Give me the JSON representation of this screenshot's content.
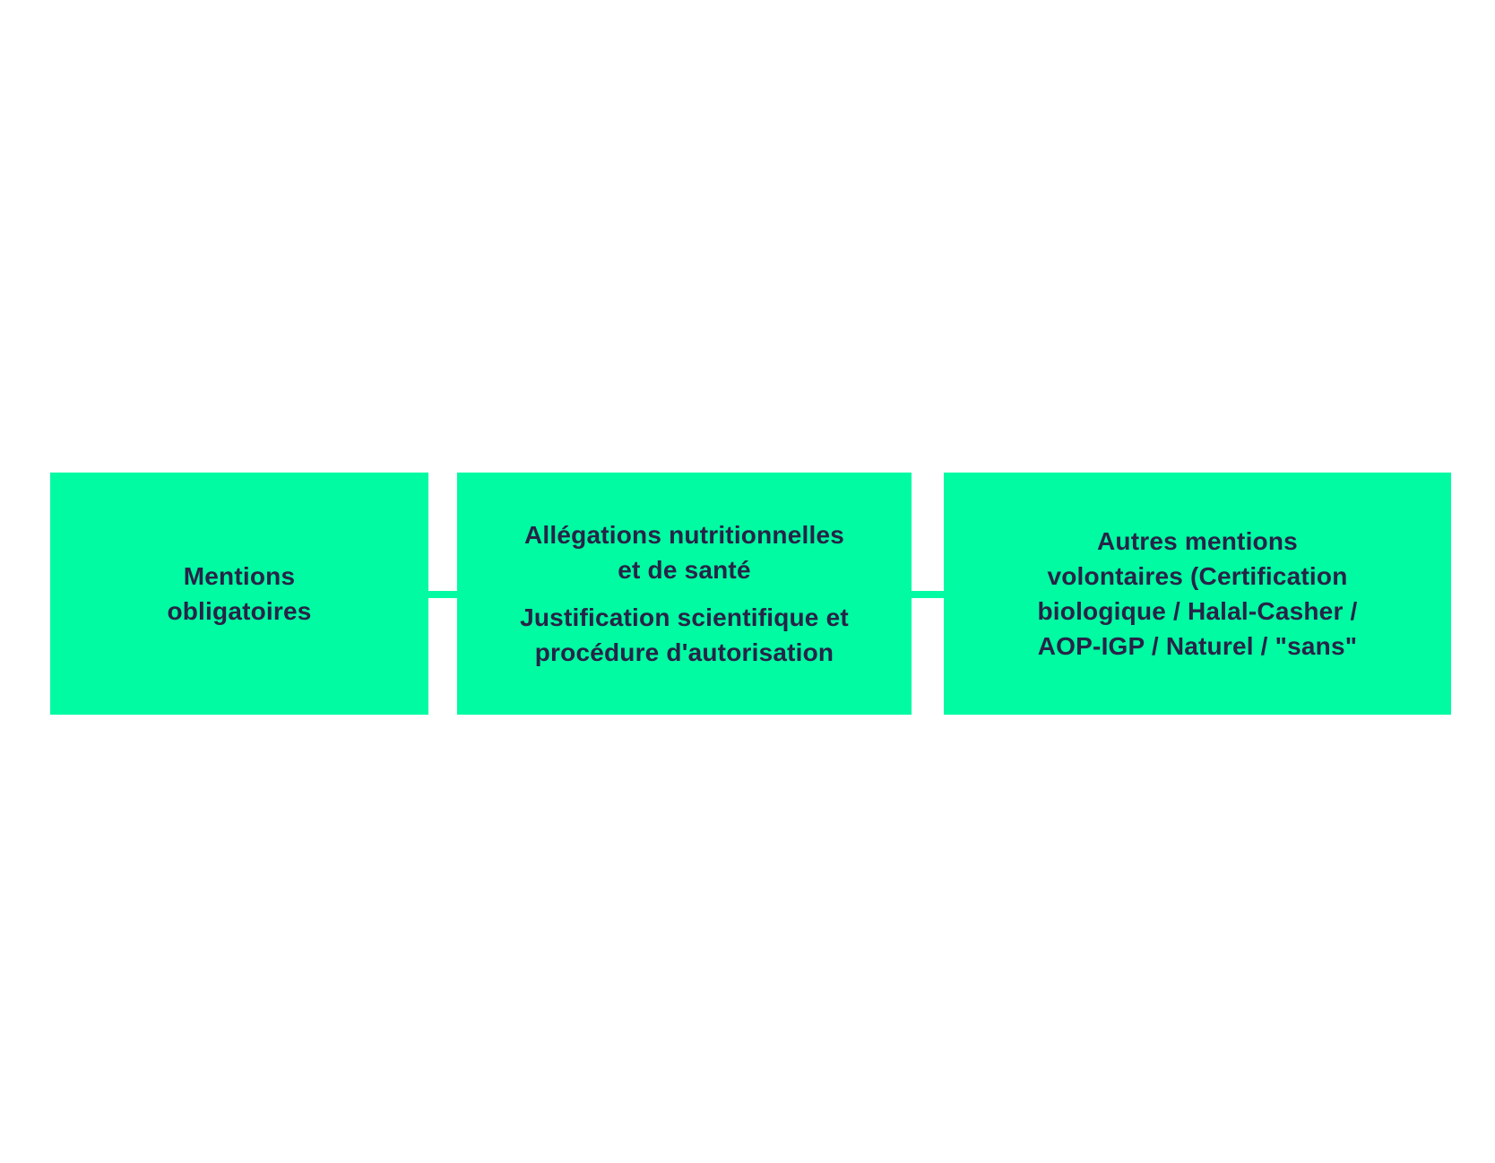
{
  "diagram": {
    "type": "process-flow-three-boxes",
    "colors": {
      "background": "#FFFFFF",
      "box_fill": "#00FBA2",
      "text": "#272447"
    },
    "boxes": [
      {
        "id": "mentions-obligatoires",
        "paragraphs": [
          "Mentions\nobligatoires"
        ]
      },
      {
        "id": "allegations-nutritionnelles",
        "paragraphs": [
          "Allégations nutritionnelles\net de santé",
          "Justification scientifique et\nprocédure d'autorisation"
        ]
      },
      {
        "id": "autres-mentions-volontaires",
        "paragraphs": [
          "Autres mentions\nvolontaires (Certification\nbiologique / Halal-Casher /\nAOP-IGP / Naturel / \"sans\""
        ]
      }
    ]
  }
}
